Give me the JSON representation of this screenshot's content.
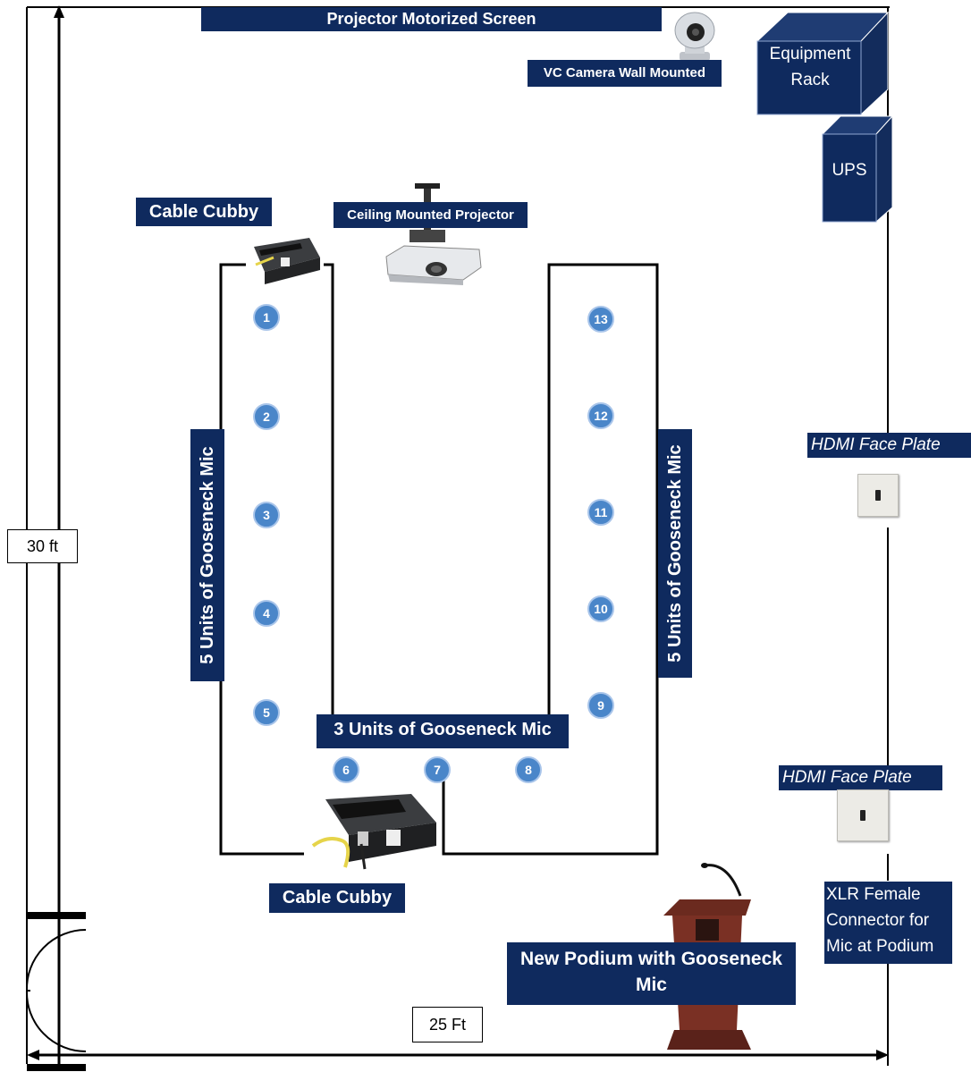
{
  "labels": {
    "screen": "Projector Motorized Screen",
    "vc_camera": "VC Camera Wall Mounted",
    "rack": "Equipment Rack",
    "ups": "UPS",
    "cubby_top": "Cable Cubby",
    "projector": "Ceiling Mounted Projector",
    "left_mics": "5 Units of Gooseneck Mic",
    "right_mics": "5 Units of Gooseneck Mic",
    "bottom_mics": "3 Units of Gooseneck Mic",
    "cubby_bottom": "Cable Cubby",
    "hdmi_top": "HDMI Face Plate",
    "hdmi_bottom": "HDMI Face Plate",
    "xlr": "XLR Female Connector for Mic at Podium",
    "podium": "New Podium with Gooseneck Mic",
    "height": "30 ft",
    "width": "25 Ft"
  },
  "mics": [
    "1",
    "2",
    "3",
    "4",
    "5",
    "6",
    "7",
    "8",
    "9",
    "10",
    "11",
    "12",
    "13"
  ],
  "colors": {
    "label_bg": "#0f2a5e",
    "mic_fill": "#4a86c9"
  }
}
